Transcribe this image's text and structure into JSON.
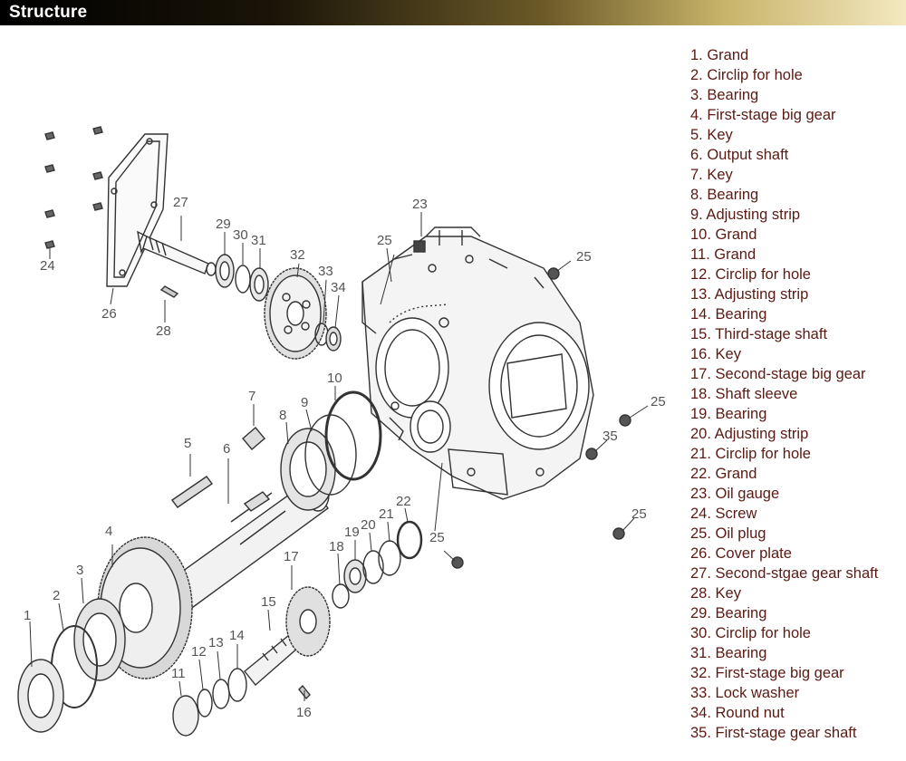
{
  "header": {
    "title": "Structure"
  },
  "diagram": {
    "callouts": [
      "1",
      "2",
      "3",
      "4",
      "5",
      "6",
      "7",
      "8",
      "9",
      "10",
      "11",
      "12",
      "13",
      "14",
      "15",
      "16",
      "17",
      "18",
      "19",
      "20",
      "21",
      "22",
      "23",
      "24",
      "25",
      "25",
      "25",
      "25",
      "25",
      "26",
      "27",
      "28",
      "29",
      "30",
      "31",
      "32",
      "33",
      "34",
      "35"
    ]
  },
  "legend": {
    "items": [
      "1. Grand",
      "2. Circlip for hole",
      "3. Bearing",
      "4. First-stage big gear",
      "5. Key",
      "6. Output shaft",
      "7. Key",
      "8. Bearing",
      "9. Adjusting strip",
      "10. Grand",
      "11. Grand",
      "12. Circlip for hole",
      "13. Adjusting strip",
      "14. Bearing",
      "15. Third-stage shaft",
      "16. Key",
      "17. Second-stage big gear",
      "18. Shaft sleeve",
      "19. Bearing",
      "20. Adjusting strip",
      "21. Circlip for hole",
      "22. Grand",
      "23. Oil gauge",
      "24. Screw",
      "25. Oil plug",
      "26. Cover plate",
      "27. Second-stgae gear shaft",
      "28. Key",
      "29. Bearing",
      "30. Circlip for hole",
      "31. Bearing",
      "32. First-stage big gear",
      "33. Lock washer",
      "34. Round nut",
      "35. First-stage gear shaft"
    ]
  }
}
